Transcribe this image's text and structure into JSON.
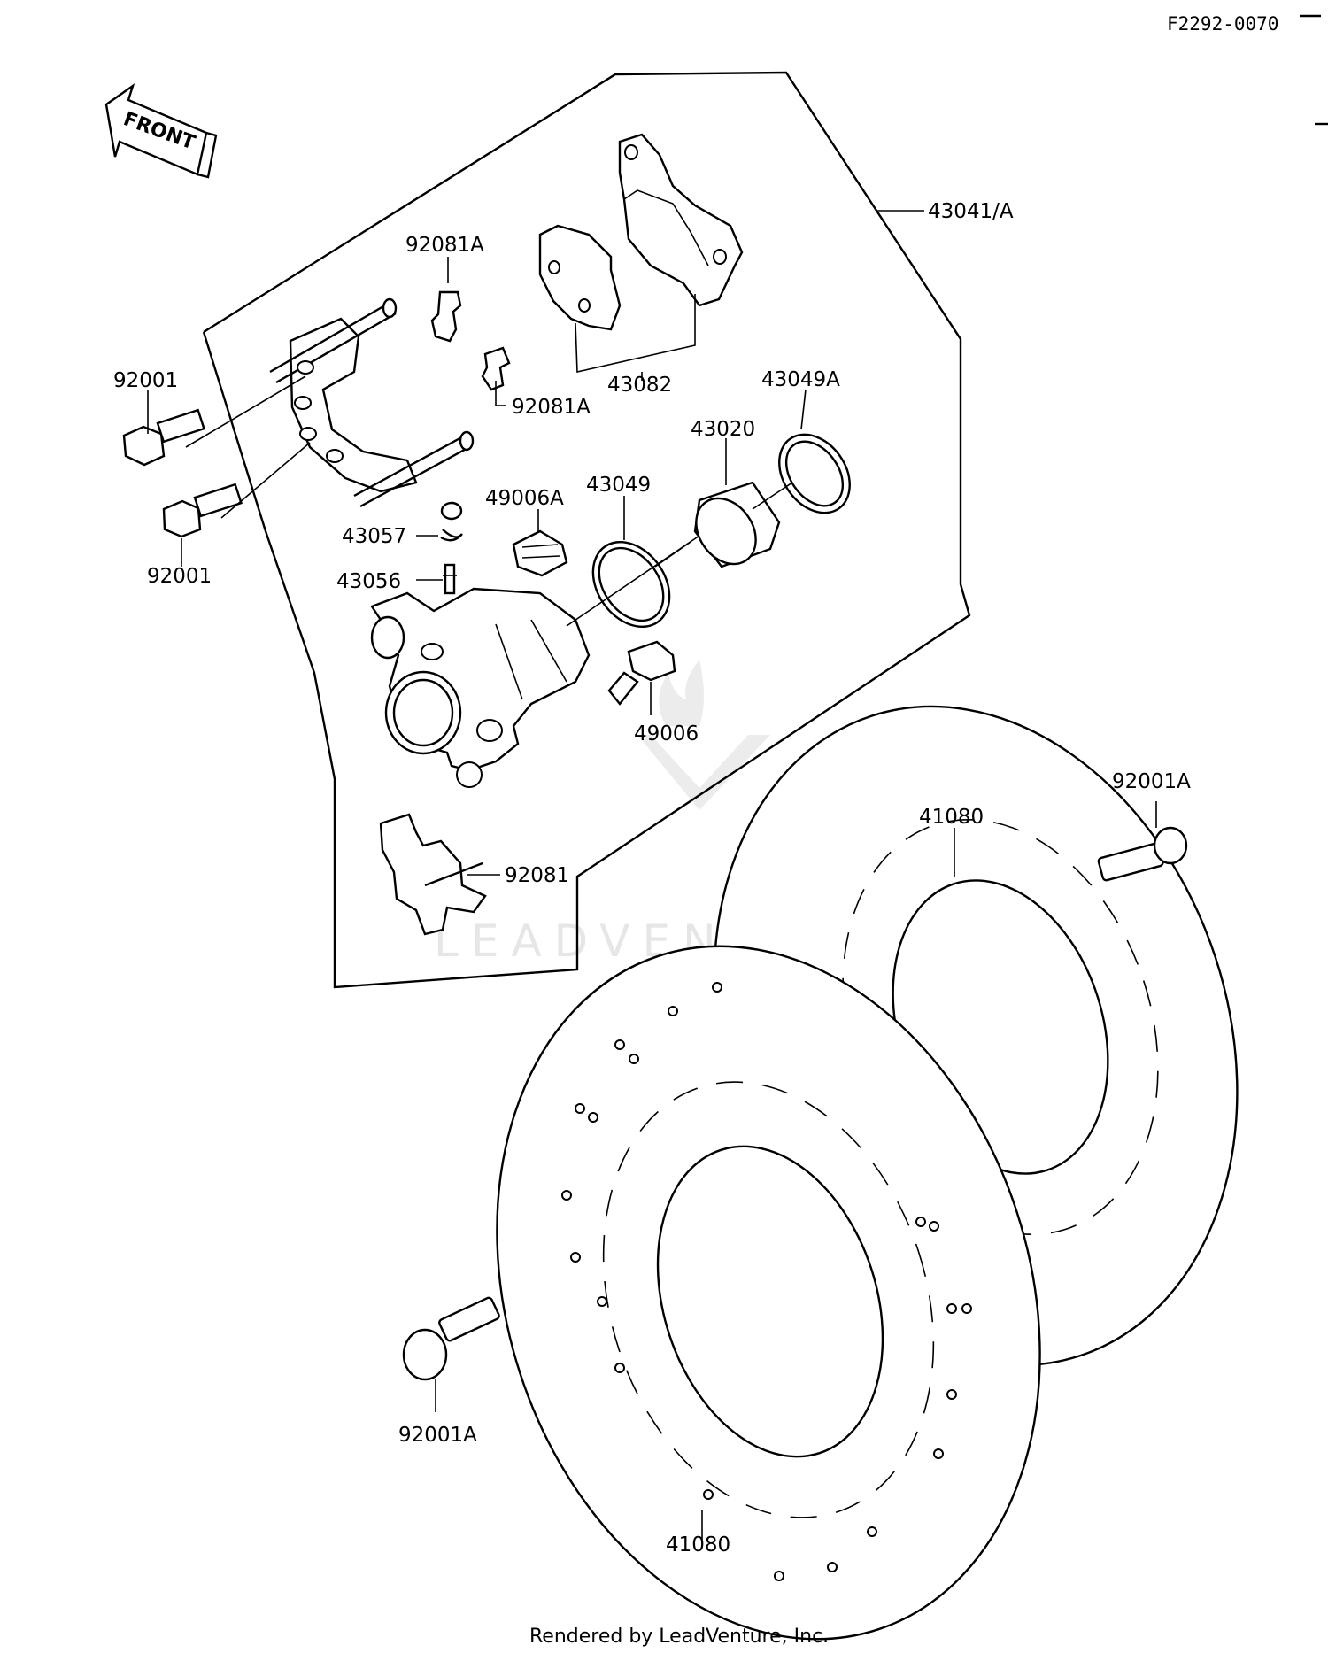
{
  "diagram_code": "F2292-0070",
  "front_label": "FRONT",
  "footer": "Rendered by LeadVenture, Inc.",
  "watermark": "LEADVENTURE",
  "labels": {
    "caliper_assy": "43041/A",
    "pad_spring_upper": "92081A",
    "pad_spring_lower": "92081A",
    "pads": "43082",
    "bolt_upper": "92001",
    "bolt_lower": "92001",
    "seal_dust": "43049A",
    "piston": "43020",
    "seal_piston": "43049",
    "boot": "49006A",
    "cap": "43057",
    "bleeder": "43056",
    "pin": "49006",
    "pad_spring": "92081",
    "disc_rear": "41080",
    "disc_front": "41080",
    "disc_bolt_right": "92001A",
    "disc_bolt_left": "92001A"
  }
}
